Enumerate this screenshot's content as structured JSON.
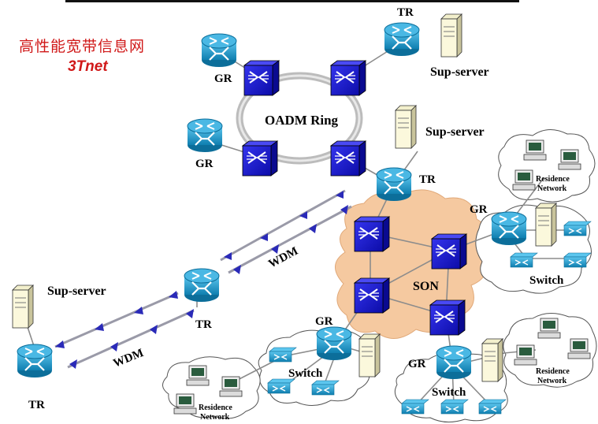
{
  "logo": {
    "cn": "高性能宽带信息网",
    "en": "3Tnet"
  },
  "labels": {
    "tr": "TR",
    "gr": "GR",
    "sup_server": "Sup-server",
    "oadm_ring": "OADM Ring",
    "wdm": "WDM",
    "son": "SON",
    "switch": "Switch",
    "residence_1": "Residence",
    "residence_2": "Network"
  },
  "colors": {
    "router": "#1898cc",
    "router_dark": "#0c6e9a",
    "oxc": "#1a1ad0",
    "cloud": "#f5c9a0",
    "wdm_arrow": "#2a2ab8",
    "link": "#8c8c8c",
    "logo": "#d01818"
  }
}
